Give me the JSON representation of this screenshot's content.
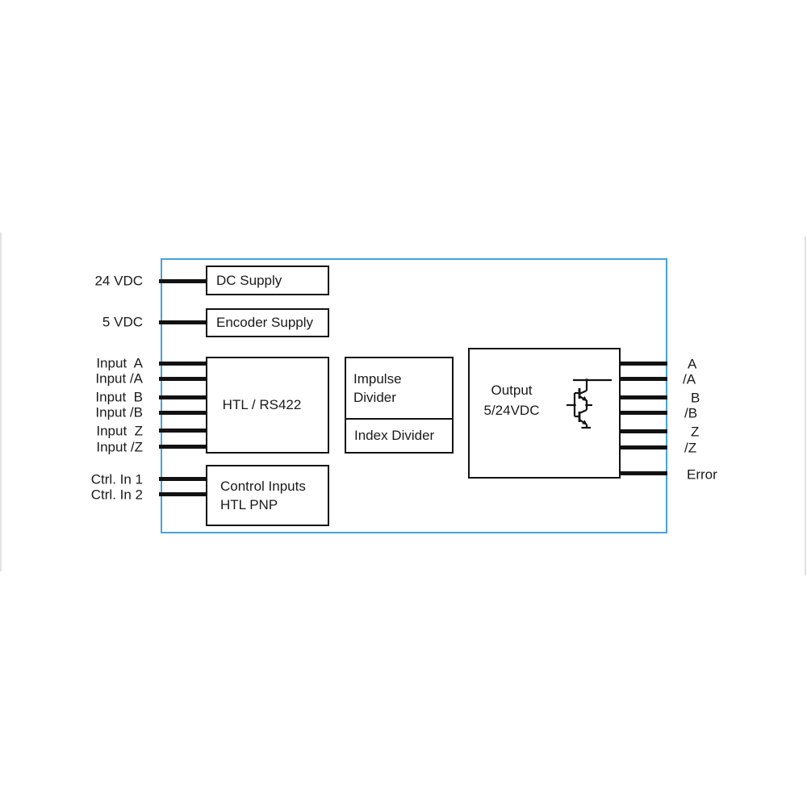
{
  "diagram": {
    "type": "block-diagram",
    "description": "Encoder signal converter block diagram",
    "colors": {
      "enclosure_border": "#45a4d8",
      "line": "#121212",
      "text": "#1a1a1a",
      "background": "#ffffff"
    },
    "blocks": {
      "dc_supply": {
        "label": "DC Supply"
      },
      "encoder_supply": {
        "label": "Encoder Supply"
      },
      "signal_converter": {
        "label": "HTL / RS422"
      },
      "impulse_divider": {
        "line1": "Impulse",
        "line2": "Divider"
      },
      "index_divider": {
        "label": "Index Divider"
      },
      "output_stage": {
        "line1": "Output",
        "line2": "5/24VDC",
        "icon": "push-pull-transistor-icon"
      },
      "control_inputs": {
        "line1": "Control Inputs",
        "line2": "HTL PNP"
      }
    },
    "pins": {
      "left": [
        {
          "label": "24 VDC"
        },
        {
          "label": "5 VDC"
        },
        {
          "label": "Input  A"
        },
        {
          "label": "Input /A"
        },
        {
          "label": "Input  B"
        },
        {
          "label": "Input /B"
        },
        {
          "label": "Input  Z"
        },
        {
          "label": "Input /Z"
        },
        {
          "label": "Ctrl. In 1"
        },
        {
          "label": "Ctrl. In 2"
        }
      ],
      "right": [
        {
          "label": "A"
        },
        {
          "label": "/A"
        },
        {
          "label": "B"
        },
        {
          "label": "/B"
        },
        {
          "label": "Z"
        },
        {
          "label": "/Z"
        },
        {
          "label": "Error"
        }
      ]
    }
  }
}
